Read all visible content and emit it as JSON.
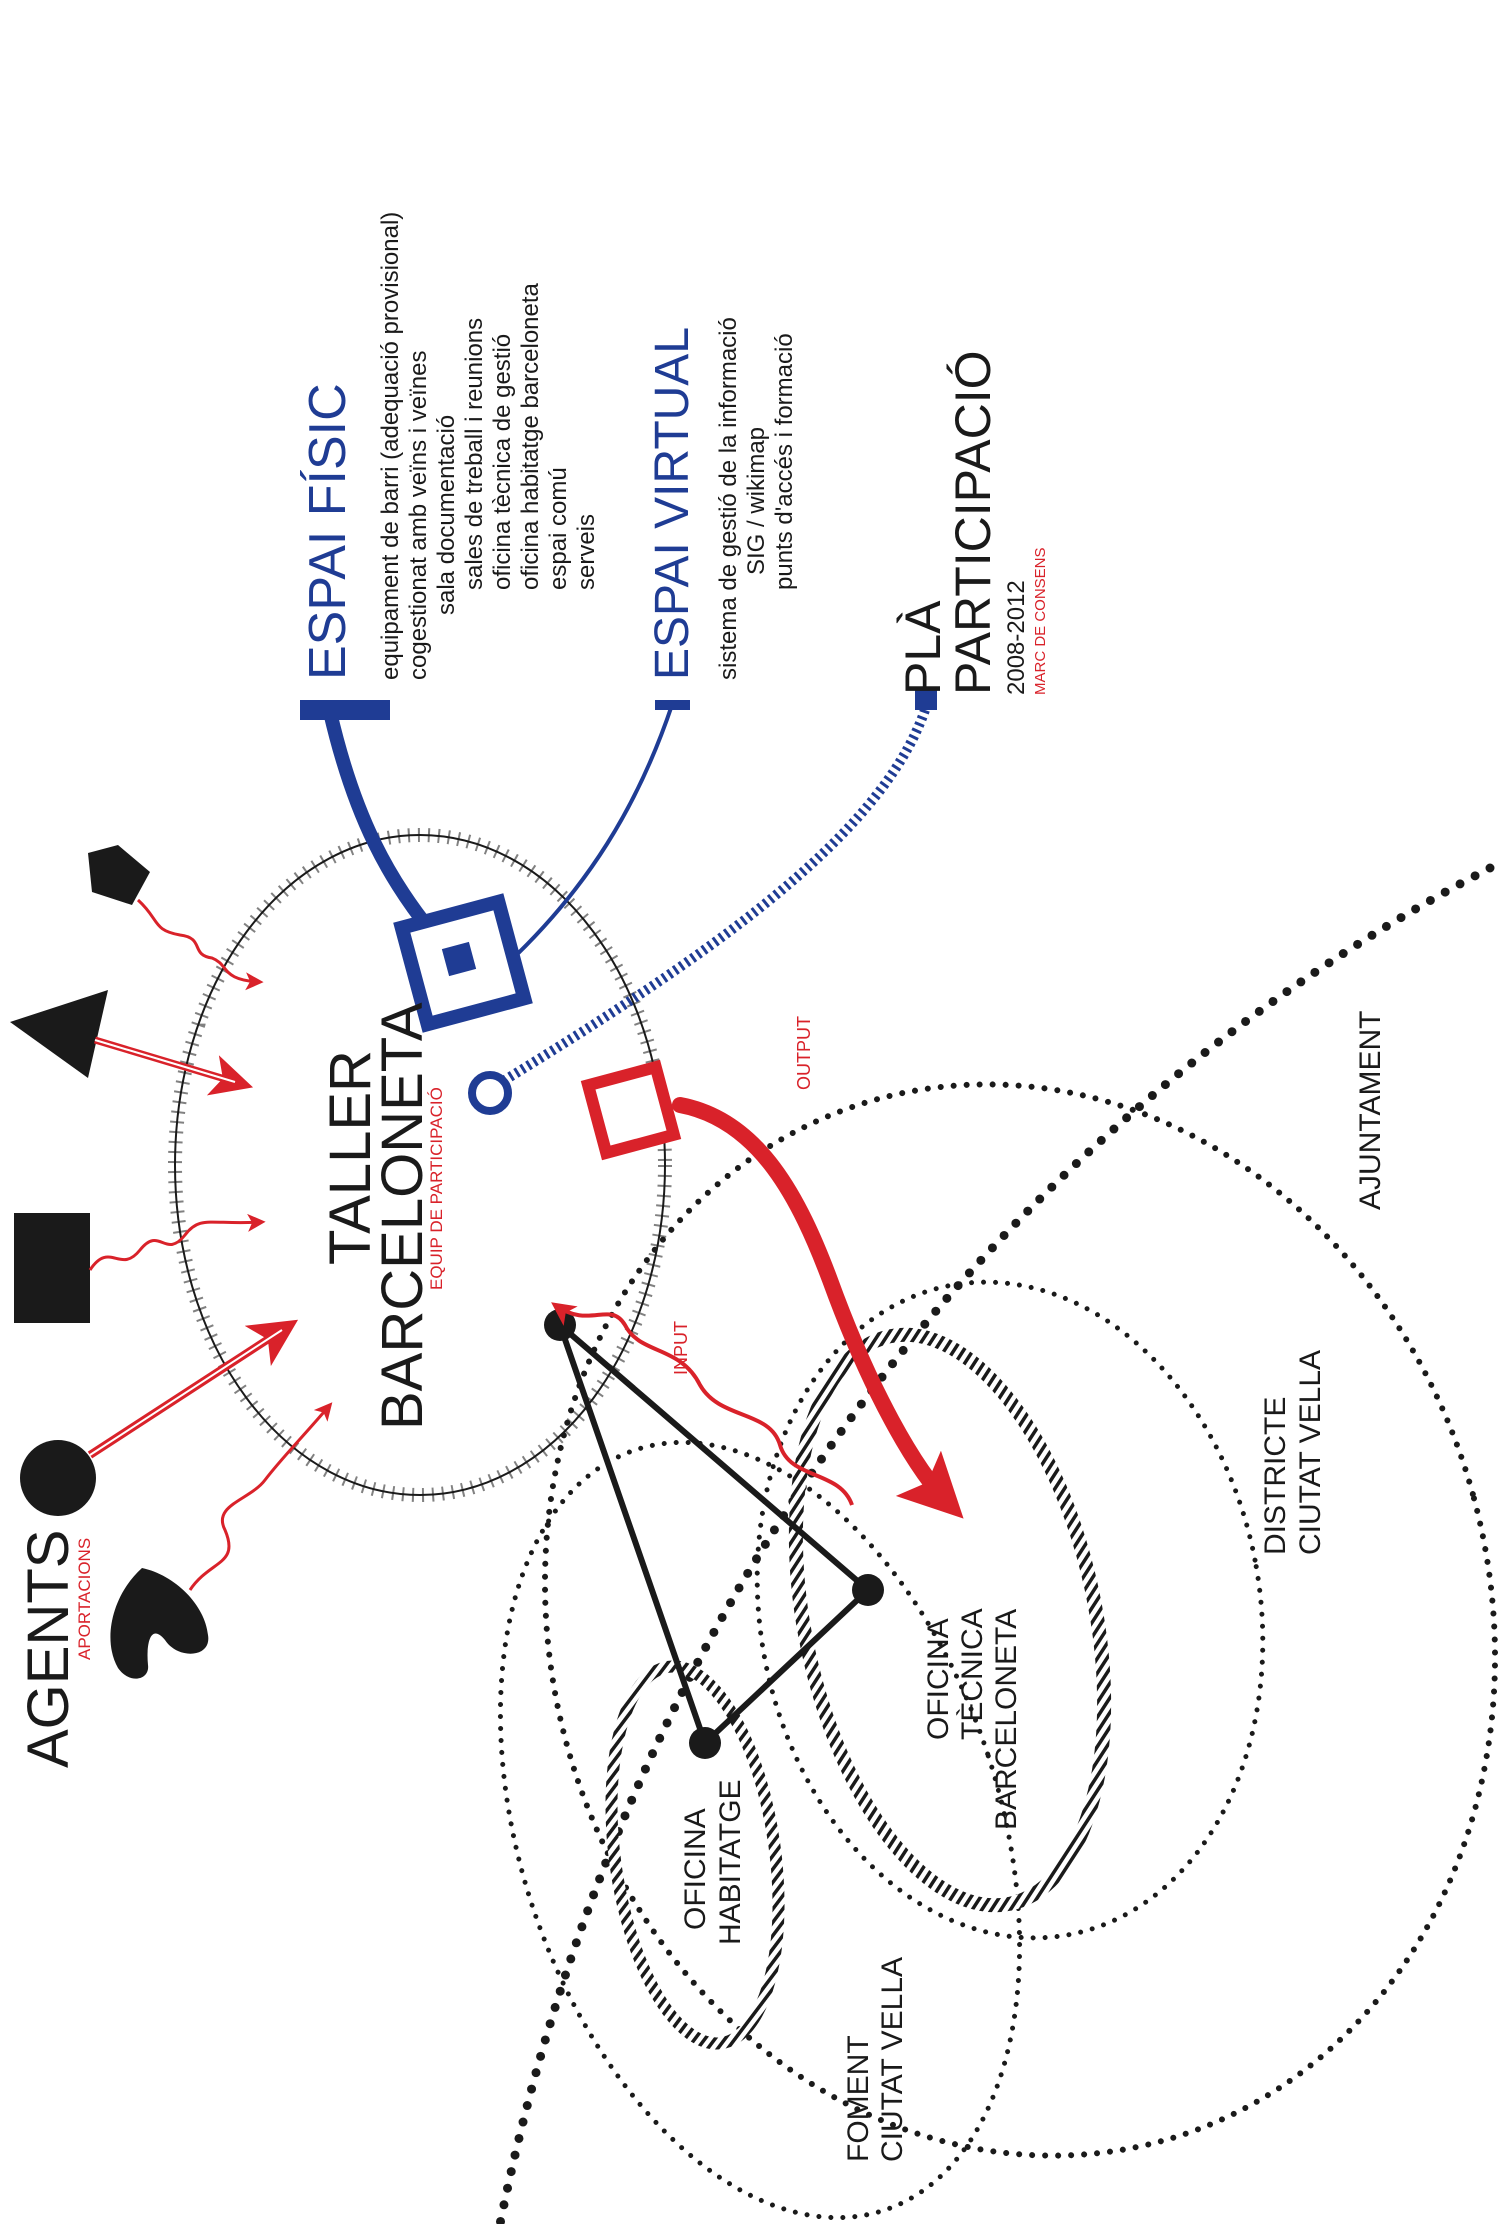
{
  "colors": {
    "black": "#1a1a1a",
    "red": "#d9222a",
    "blue": "#1f3c94"
  },
  "agents": {
    "title": "AGENTS",
    "subtitle": "APORTACIONS"
  },
  "taller": {
    "line1": "TALLER",
    "line2": "BARCELONETA",
    "subtitle": "EQUIP DE PARTICIPACIÓ"
  },
  "flows": {
    "input": "INPUT",
    "output": "OUTPUT"
  },
  "espai_fisic": {
    "title": "ESPAI FÍSIC",
    "items": [
      "equipament de barri  (adequació provisional)",
      "cogestionat amb veïns i veïnes",
      "sala documentació",
      "sales de treball i reunions",
      "oficina tècnica de gestió",
      "oficina habitatge barceloneta",
      "espai comú",
      "serveis"
    ]
  },
  "espai_virtual": {
    "title": "ESPAI VIRTUAL",
    "items": [
      "sistema de gestió de la informació",
      "SIG / wikimap",
      "punts d'accés i formació"
    ]
  },
  "pla": {
    "line1": "PLÀ",
    "line2": "PARTICIPACIÓ",
    "years": "2008-2012",
    "subtitle": "MARC DE CONSENS"
  },
  "entities": {
    "ajuntament": "AJUNTAMENT",
    "districte": [
      "DISTRICTE",
      "CIUTAT VELLA"
    ],
    "oficina_tecnica": [
      "OFICINA",
      "TÈCNICA",
      "BARCELONETA"
    ],
    "oficina_habitatge": [
      "OFICINA",
      "HABITATGE"
    ],
    "foment": [
      "FOMENT",
      "CIUTAT VELLA"
    ]
  },
  "icons": {
    "agent_shapes": [
      "pentagon-icon",
      "triangle-icon",
      "rectangle-icon",
      "circle-icon",
      "blob-icon"
    ],
    "espai_fisic_node": "square-node-icon",
    "espai_virtual_node": "small-square-icon",
    "pla_node": "circle-node-icon",
    "output_node": "red-square-icon"
  }
}
